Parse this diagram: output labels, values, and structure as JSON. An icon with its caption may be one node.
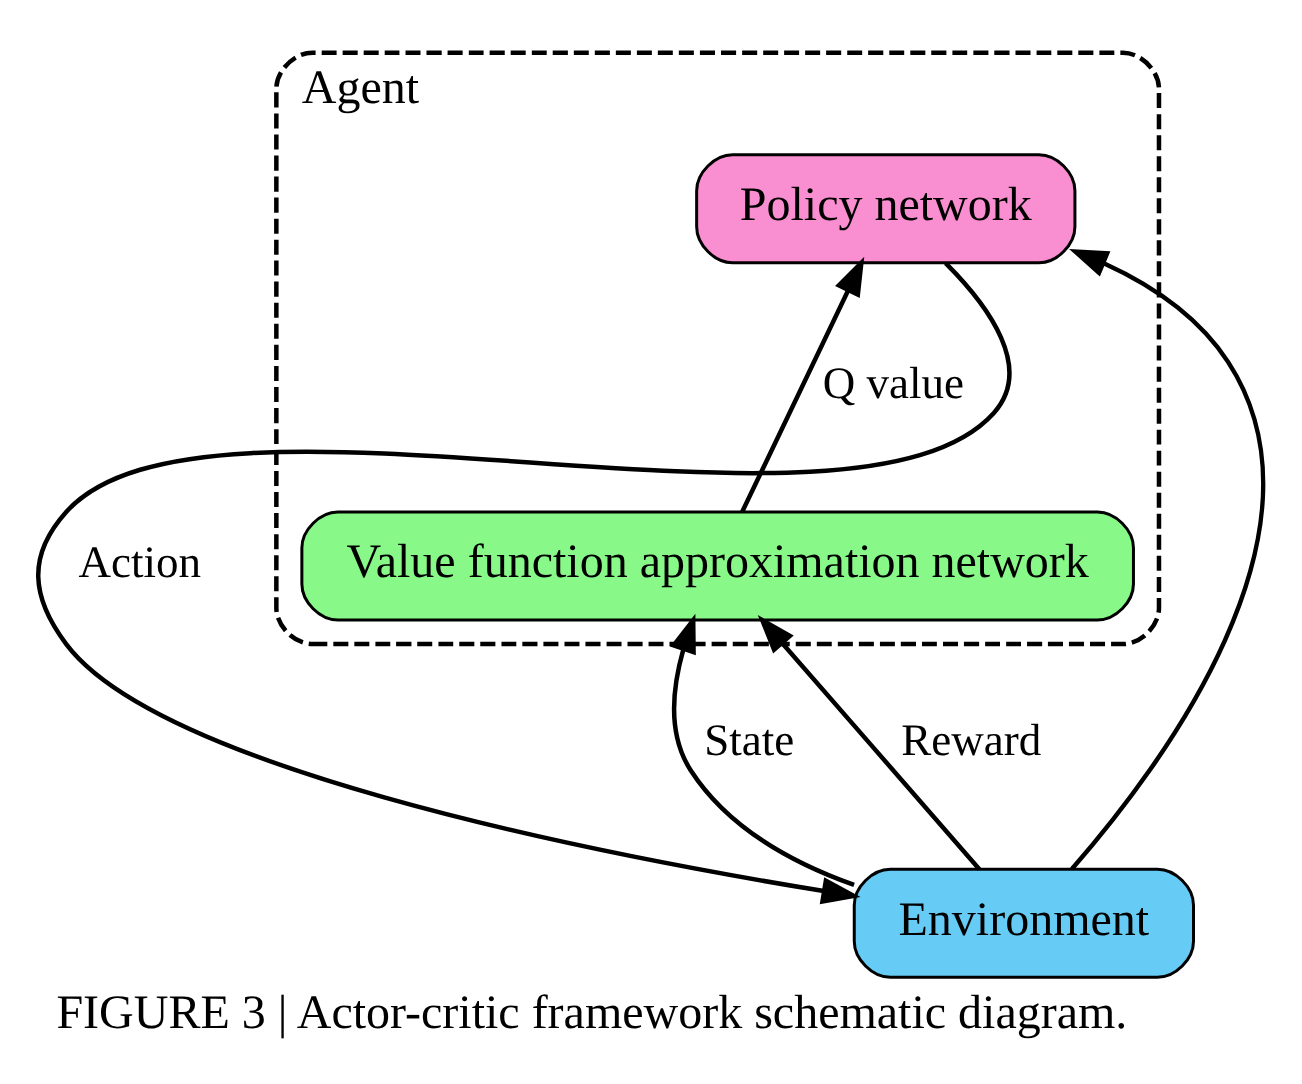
{
  "diagram": {
    "caption": "FIGURE 3 | Actor-critic framework schematic diagram.",
    "nodes": [
      {
        "text": [
          "Agent"
        ]
      },
      {
        "text": [
          "Policy network"
        ],
        "in": 0
      },
      {
        "text": [
          "Value function approximation network"
        ],
        "in": 0
      },
      {
        "text": [
          "Environment"
        ]
      }
    ],
    "edges": [
      {
        "from": 3,
        "to": 1,
        "arrow": "to"
      },
      {
        "from": 3,
        "to": 2,
        "arrow": "to",
        "label": "State"
      },
      {
        "from": 3,
        "to": 2,
        "arrow": "to",
        "label": "Reward"
      },
      {
        "from": 2,
        "to": 1,
        "arrow": "to",
        "label": "Q value"
      },
      {
        "from": 1,
        "to": 3,
        "arrow": "to",
        "label": "Action"
      }
    ]
  }
}
